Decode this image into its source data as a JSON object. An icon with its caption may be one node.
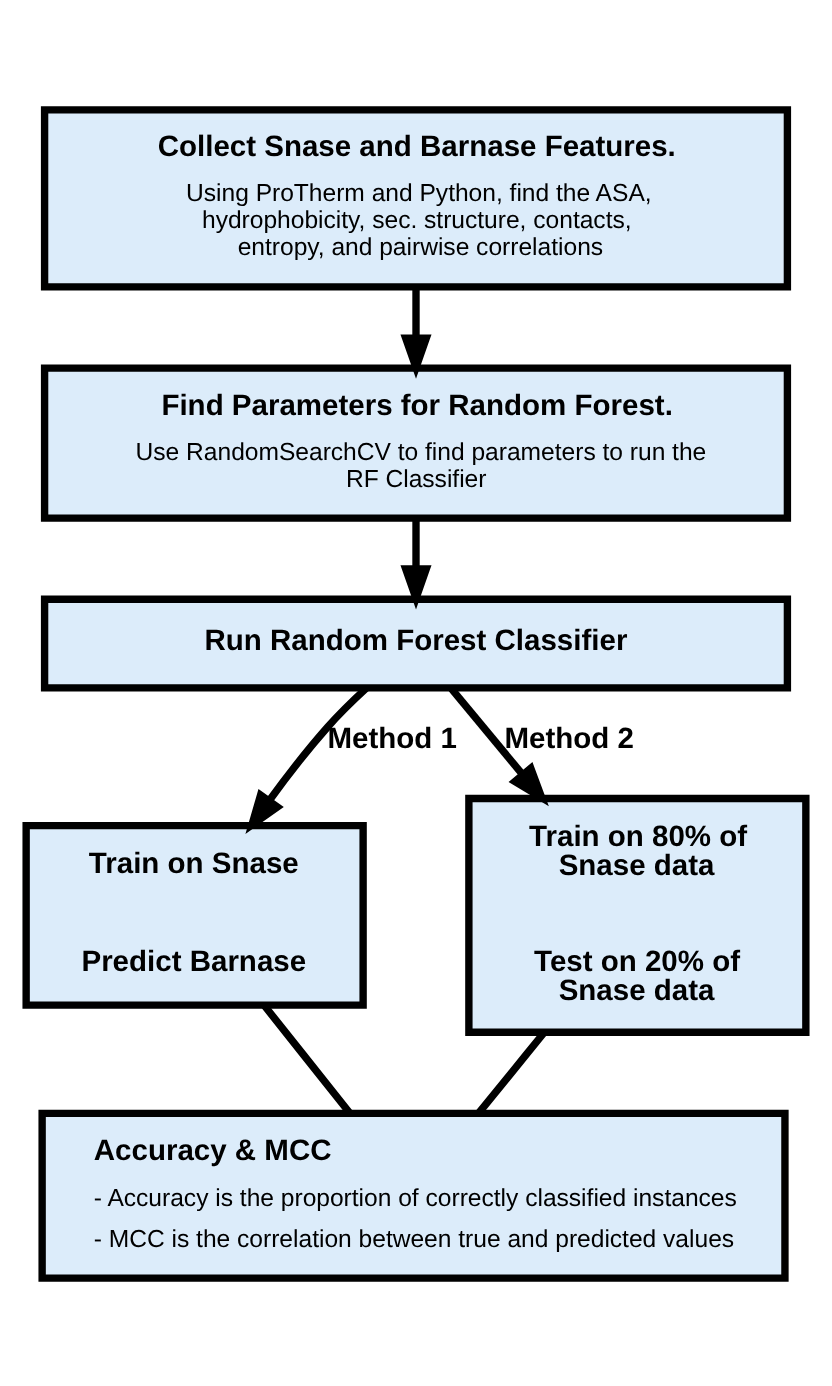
{
  "diagram": {
    "nodes": [
      {
        "text": [
          "Collect Snase and Barnase Features.",
          "Using ProTherm and Python, find the ASA, hydrophobicity, sec. structure, contacts, entropy, and pairwise correlations"
        ]
      },
      {
        "text": [
          "Find Parameters for Random Forest.",
          "Use RandomSearchCV to find parameters to run the RF Classifier"
        ]
      },
      {
        "text": [
          "Run Random Forest Classifier"
        ]
      },
      {
        "text": [
          "Train on Snase",
          "Predict Barnase"
        ]
      },
      {
        "text": [
          "Train on 80% of Snase data",
          "Test on 20% of Snase data"
        ]
      },
      {
        "text": [
          "Accuracy & MCC",
          "- Accuracy is the proportion of correctly classified instances",
          "- MCC is the correlation between true and predicted values"
        ]
      }
    ],
    "edges": [
      {
        "from": 0,
        "to": 1,
        "arrow": "to"
      },
      {
        "from": 1,
        "to": 2,
        "arrow": "to"
      },
      {
        "from": 2,
        "to": 3,
        "arrow": "to",
        "label": "Method 1"
      },
      {
        "from": 2,
        "to": 4,
        "arrow": "to",
        "label": "Method 2"
      },
      {
        "from": 3,
        "to": 5,
        "arrow": "none"
      },
      {
        "from": 4,
        "to": 5,
        "arrow": "none"
      }
    ]
  }
}
